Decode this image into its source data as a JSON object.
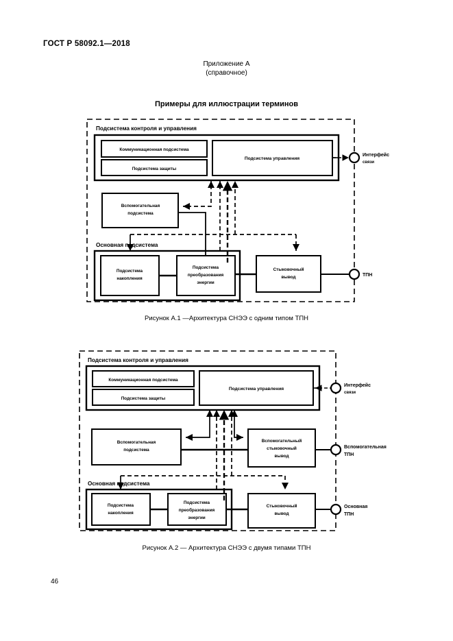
{
  "document": {
    "standard_header": "ГОСТ Р 58092.1—2018",
    "appendix_title": "Приложение А",
    "appendix_kind": "(справочное)",
    "section_title": "Примеры для иллюстрации терминов",
    "page_number": "46"
  },
  "figures": [
    {
      "id": "A.1",
      "caption": "Рисунок А.1 —Архитектура СНЭЭ с одним типом ТПН",
      "control_subsystem_label": "Подсистема контроля и управления",
      "main_subsystem_label": "Основная подсистема",
      "boxes": {
        "communication": "Коммуникационная подсистема",
        "protection": "Подсистема защиты",
        "management": "Подсистема управления",
        "auxiliary": [
          "Вспомогательная",
          "подсистема"
        ],
        "storage": [
          "Подсистема",
          "накопления"
        ],
        "conversion": [
          "Подсистема",
          "преобразования",
          "энергии"
        ],
        "docking": [
          "Стыковочный",
          "вывод"
        ]
      },
      "terminals": [
        {
          "name": "interface",
          "lines": [
            "Интерфейс",
            "связи"
          ]
        },
        {
          "name": "tpn",
          "lines": [
            "ТПН"
          ]
        }
      ],
      "control_arrow_count": 4
    },
    {
      "id": "A.2",
      "caption": "Рисунок А.2 — Архитектура СНЭЭ с двумя типами ТПН",
      "control_subsystem_label": "Подсистема контроля и управления",
      "main_subsystem_label": "Основная подсистема",
      "boxes": {
        "communication": "Коммуникационная подсистема",
        "protection": "Подсистема защиты",
        "management": "Подсистема управления",
        "auxiliary": [
          "Вспомогательная",
          "подсистема"
        ],
        "auxiliary_docking": [
          "Вспомогательный",
          "стыковочный",
          "вывод"
        ],
        "storage": [
          "Подсистема",
          "накопления"
        ],
        "conversion": [
          "Подсистема",
          "преобразования",
          "энергии"
        ],
        "docking": [
          "Стыковочный",
          "вывод"
        ]
      },
      "terminals": [
        {
          "name": "interface",
          "lines": [
            "Интерфейс",
            "связи"
          ]
        },
        {
          "name": "auxiliary-tpn",
          "lines": [
            "Вспомогательная",
            "ТПН"
          ]
        },
        {
          "name": "main-tpn",
          "lines": [
            "Основная",
            "ТПН"
          ]
        }
      ],
      "control_arrow_count": 5
    }
  ],
  "colors": {
    "ink": "#000000",
    "paper": "#ffffff"
  }
}
